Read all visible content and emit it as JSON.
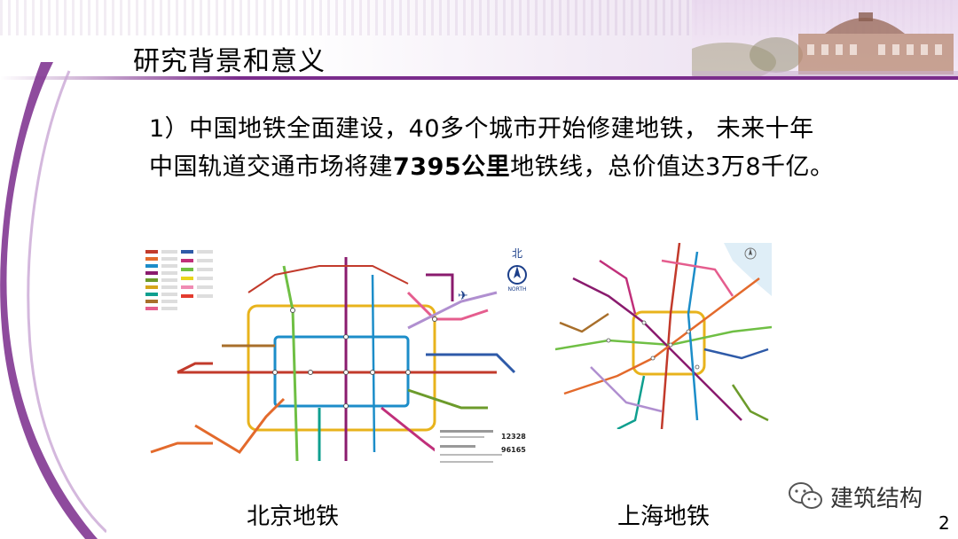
{
  "slide": {
    "title": "研究背景和意义",
    "body": {
      "line1": "1）中国地铁全面建设，40多个城市开始修建地铁， 未来十年",
      "line2_pre": "中国轨道交通市场将建",
      "line2_bold": "7395公里",
      "line2_post": "地铁线，总价值达3万8千亿。"
    },
    "maps": {
      "beijing": {
        "caption": "北京地铁",
        "compass_label": "NORTH",
        "compass_glyph": "北",
        "hotline_1": "12328",
        "hotline_2": "96165"
      },
      "shanghai": {
        "caption": "上海地铁"
      }
    },
    "watermark": {
      "text": "建筑结构",
      "icon": "wechat-icon"
    },
    "page_number": "2"
  },
  "colors": {
    "accent": "#7a2c8c",
    "header_tint": "#e7d8ec"
  }
}
